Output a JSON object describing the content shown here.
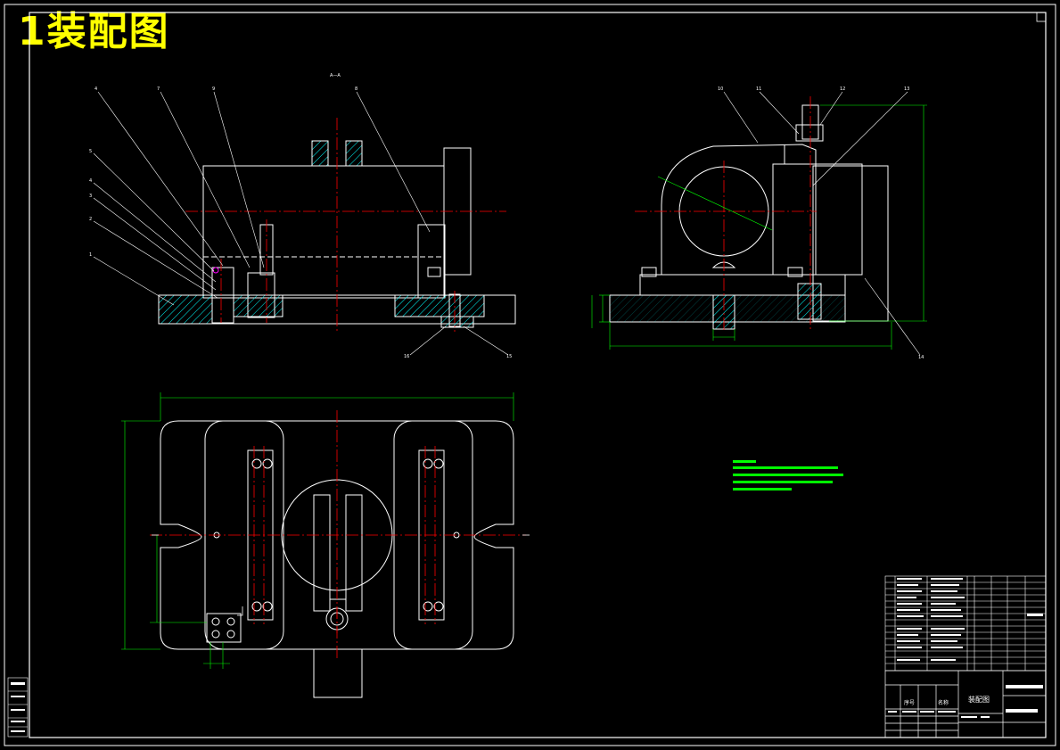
{
  "title": "1装配图",
  "colors": {
    "background": "#000000",
    "outline": "#ffffff",
    "centerline": "#ff0000",
    "dimension": "#00ff00",
    "hatch": "#00ffff",
    "title_text": "#ffff00",
    "section_marker": "#ff00ff"
  },
  "views": [
    "front-section-view",
    "side-section-view",
    "top-view"
  ],
  "title_block": {
    "drawing_name": "装配图",
    "label_seq": "序号",
    "label_name": "名称"
  }
}
